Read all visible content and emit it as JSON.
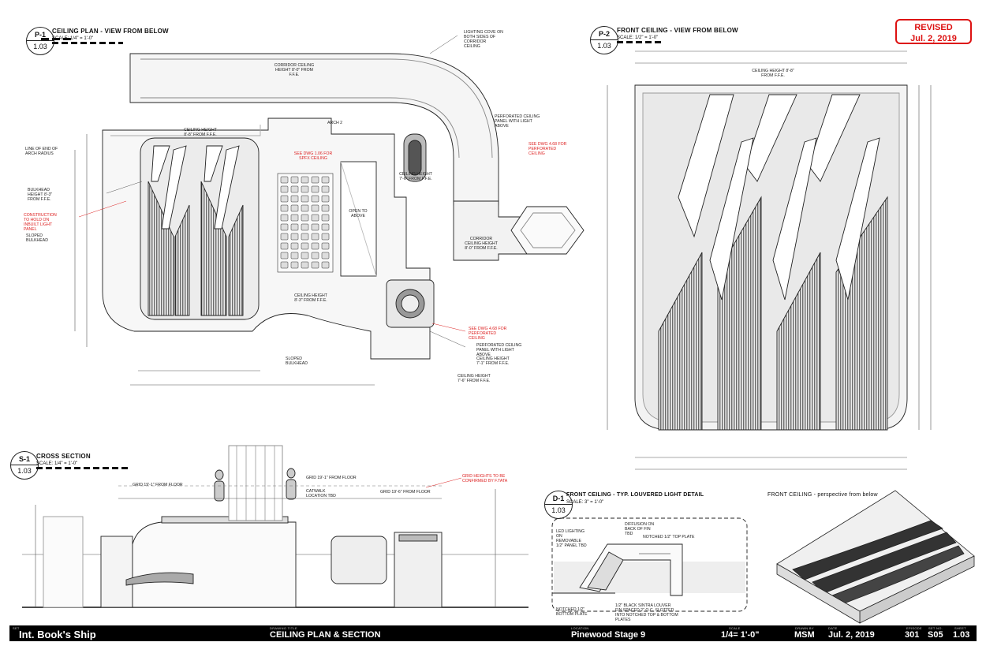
{
  "revised": {
    "line1": "REVISED",
    "line2": "Jul. 2, 2019"
  },
  "views": {
    "p1": {
      "tag_top": "P-1",
      "tag_bottom": "1.03",
      "title": "CEILING PLAN - VIEW FROM BELOW",
      "scale": "SCALE: 1/4\" = 1'-0\""
    },
    "p2": {
      "tag_top": "P-2",
      "tag_bottom": "1.03",
      "title": "FRONT CEILING - VIEW FROM BELOW",
      "scale": "SCALE: 1/2\" = 1'-0\""
    },
    "s1": {
      "tag_top": "S-1",
      "tag_bottom": "1.03",
      "title": "CROSS SECTION",
      "scale": "SCALE: 1/4\" = 1'-0\""
    },
    "d1": {
      "tag_top": "D-1",
      "tag_bottom": "1.03",
      "title": "FRONT CEILING - TYP. LOUVERED LIGHT DETAIL",
      "scale": "SCALE: 3\" = 1'-0\""
    },
    "persp": {
      "title": "FRONT CEILING - perspective from below"
    }
  },
  "plan_notes": {
    "lighting_cove": "LIGHTING COVE ON BOTH SIDES OF CORRIDOR CEILING",
    "corridor_top": "CORRIDOR CEILING HEIGHT 8'-0\" FROM F.F.E.",
    "perforated_1": "PERFORATED CEILING PANEL WITH LIGHT ABOVE",
    "see_dwg_red_1": "SEE DWG 4.68 FOR PERFORATED CEILING",
    "arch": "ARCH 2",
    "see_dwg_red_2": "SEE DWG 1.06 FOR SPFX CEILING",
    "ceiling_height_left": "CEILING HEIGHT 8'-8\" FROM F.F.E.",
    "line_of_end": "LINE OF END OF ARCH RADIUS",
    "bulkhead_height": "BULKHEAD HEIGHT 8'-3\" FROM F.F.E.",
    "construction_red": "CONSTRUCTION TO HOLD ON INBUILT LIGHT PANEL",
    "sloped_bulkhead_1": "SLOPED BULKHEAD",
    "open_to_above": "OPEN TO ABOVE",
    "ceiling_height_mid": "CEILING HEIGHT 7'-6\" FROM F.F.E.",
    "corridor_right": "CORRIDOR CEILING HEIGHT 8'-0\" FROM F.F.E.",
    "ceiling_height_bottom": "CEILING HEIGHT 8'-3\" FROM F.F.E.",
    "see_dwg_red_3": "SEE DWG 4.68 FOR PERFORATED CEILING",
    "perforated_2": "PERFORATED CEILING PANEL WITH LIGHT ABOVE",
    "ceiling_height_2": "CEILING HEIGHT 7'-1\" FROM F.F.E.",
    "sloped_bulkhead_2": "SLOPED BULKHEAD",
    "ceiling_height_3": "CEILING HEIGHT 7'-6\" FROM F.F.E."
  },
  "p2_notes": {
    "ceiling_height": "CEILING HEIGHT 8'-8\" FROM F.F.E."
  },
  "section_notes": {
    "grid_1": "GRID 19'-1\" FROM FLOOR",
    "grid_2": "GRID 19'-1\" FROM FLOOR",
    "catwalk": "CATWALK LOCATION TBD",
    "grid_3": "GRID 19'-6\" FROM FLOOR",
    "grid_red": "GRID HEIGHTS TO BE CONFIRMED BY F.TATA"
  },
  "detail_notes": {
    "led": "LED LIGHTING ON REMOVABLE 1/2\" PANEL TBD",
    "diffusion": "DIFFUSION ON BACK OF FIN TBD",
    "notched_top": "NOTCHED 1/2\" TOP PLATE",
    "notched_bottom": "NOTCHED 1/2\" BOTTOM PLATE",
    "fins": "1/2\" BLACK SINTRA LOUVER FIN SPACED 2\" O.C. SLOTTED INTO NOTCHED TOP & BOTTOM PLATES"
  },
  "titleblock": {
    "set_label": "SET",
    "set": "Int. Book's Ship",
    "title_label": "DRAWING TITLE",
    "title": "CEILING PLAN & SECTION",
    "location_label": "LOCATION",
    "location": "Pinewood Stage 9",
    "scale_label": "SCALE",
    "scale": "1/4= 1'-0\"",
    "drawn_label": "DRAWN BY",
    "drawn": "MSM",
    "date_label": "DATE",
    "date": "Jul. 2, 2019",
    "episode_label": "EPISODE",
    "episode": "301",
    "setno_label": "SET NO.",
    "setno": "S05",
    "sheet_label": "SHEET",
    "sheet": "1.03"
  }
}
